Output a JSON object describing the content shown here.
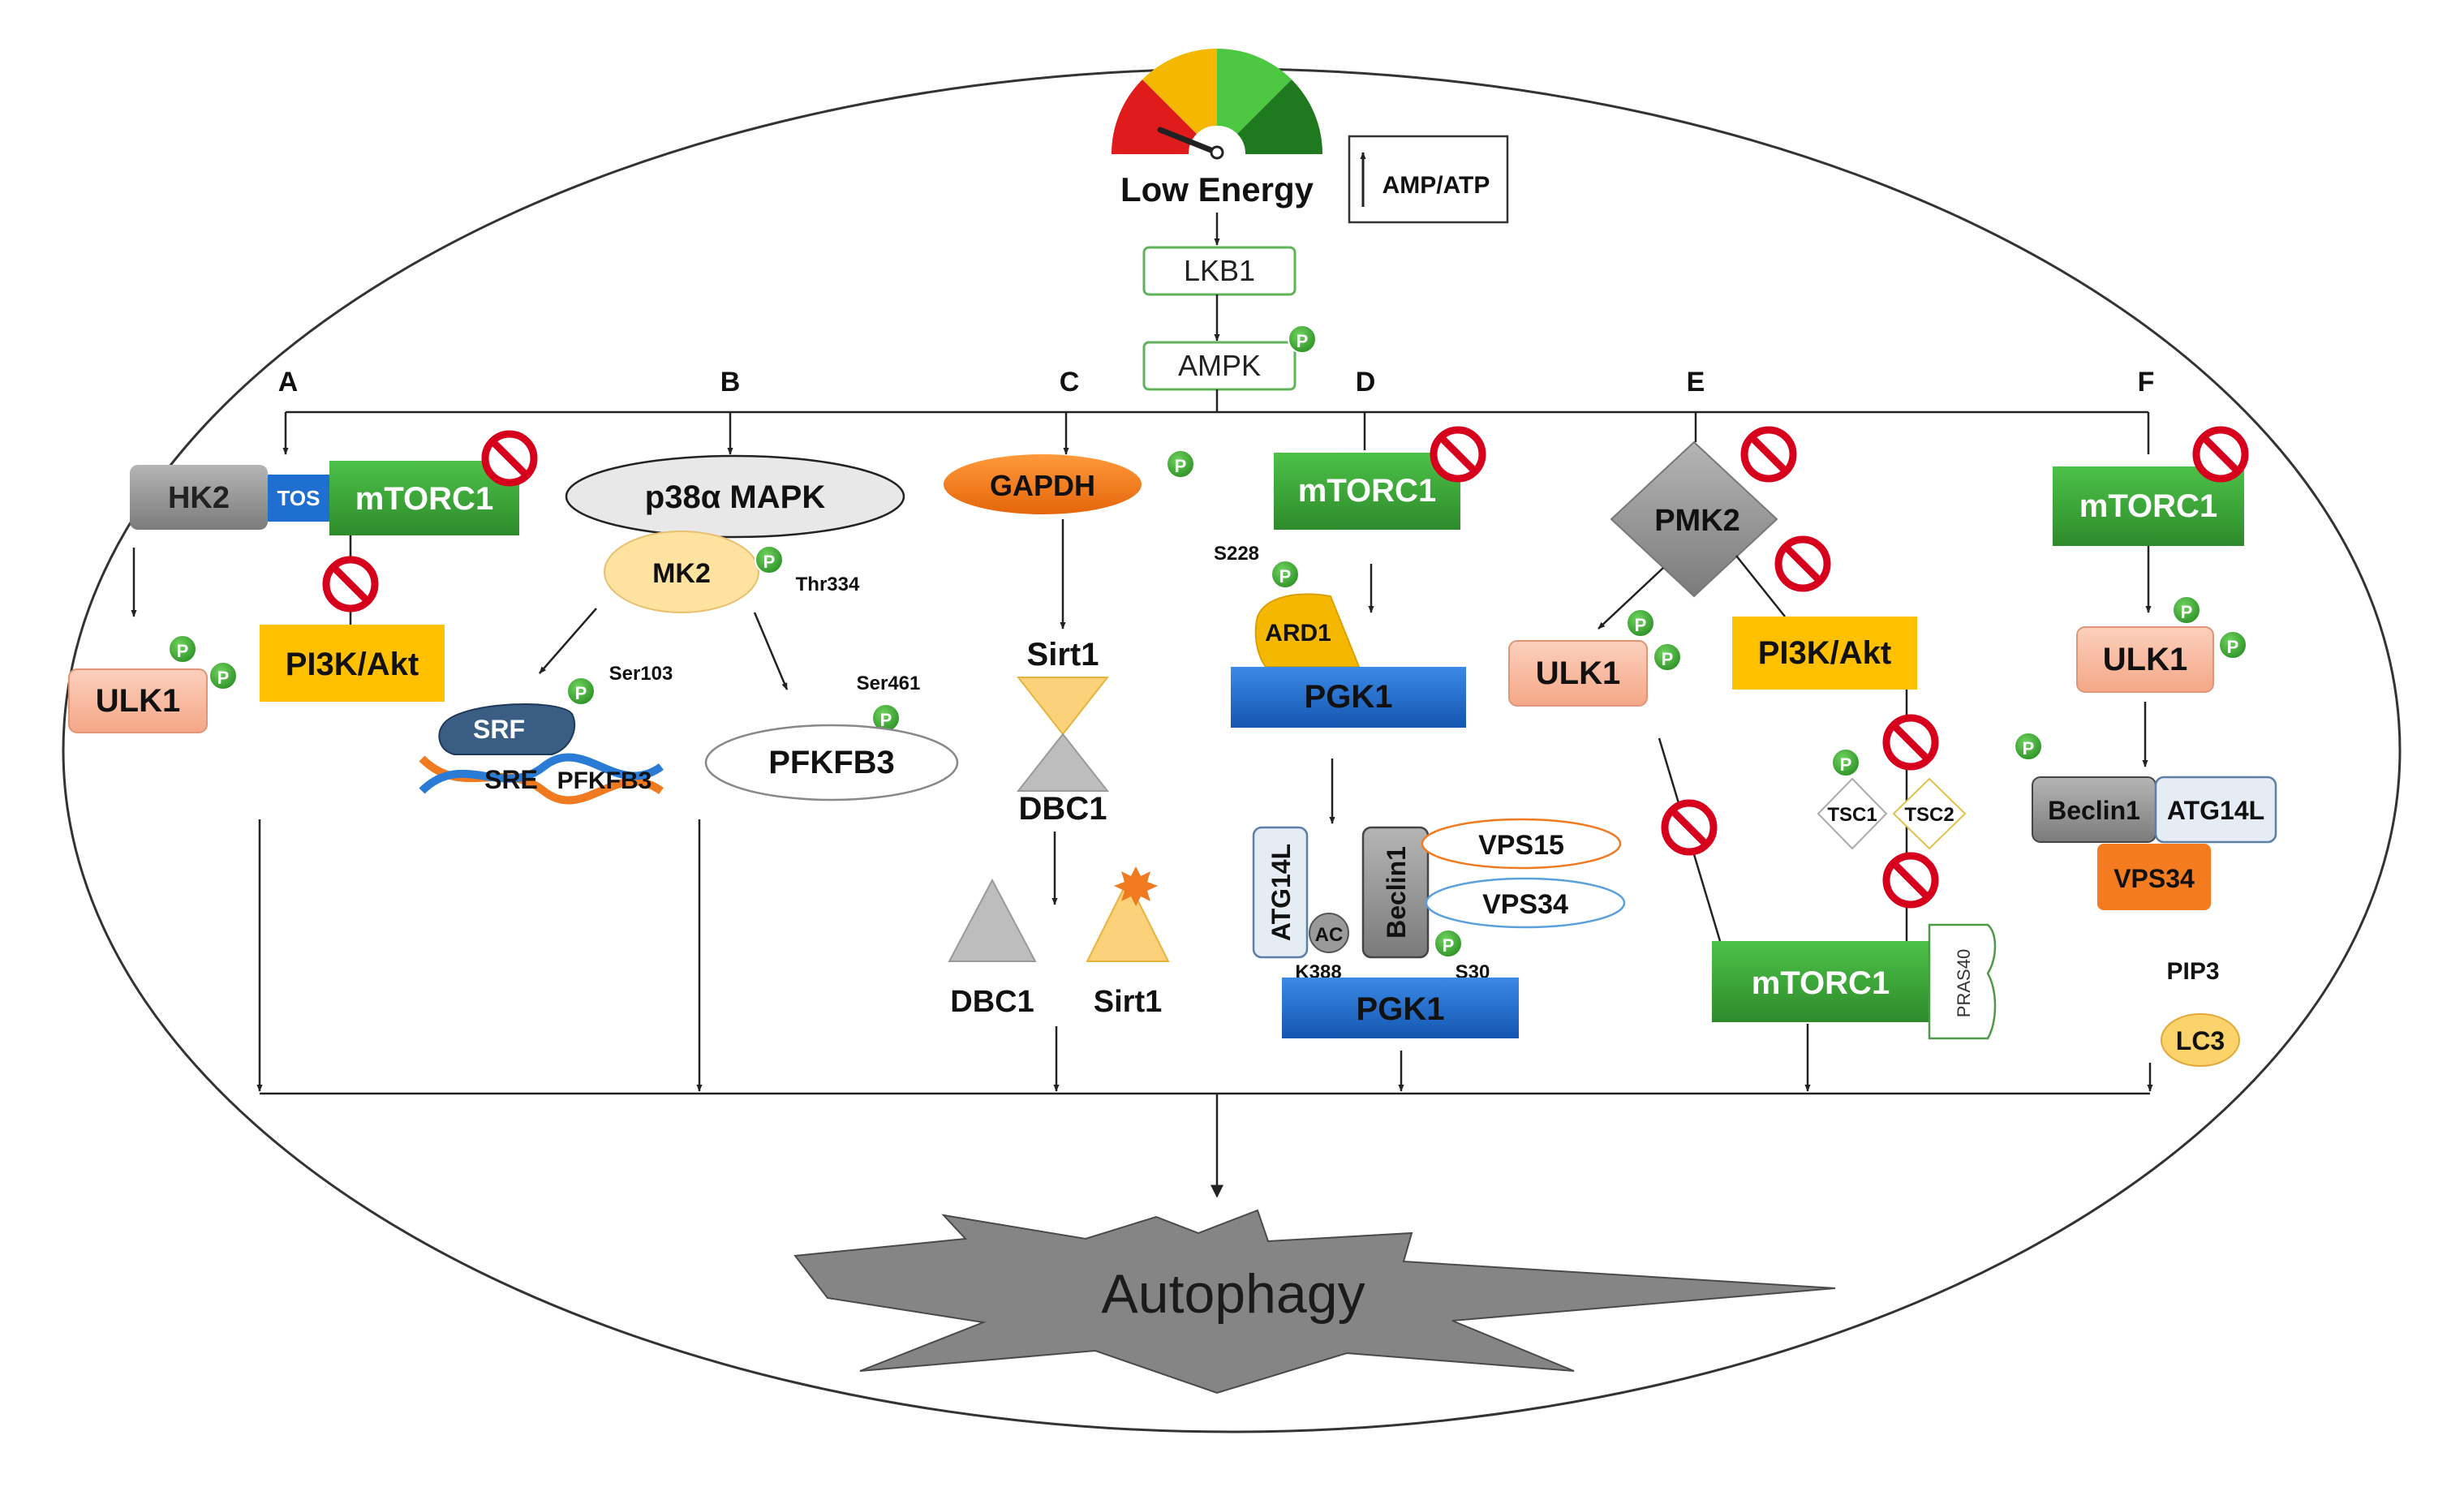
{
  "energy": {
    "gauge_label": "Low Energy",
    "ratio_label": "AMP/ATP",
    "gauge_colors": [
      "#e01b1b",
      "#f5b800",
      "#4cc741",
      "#1f7a1f"
    ]
  },
  "top_nodes": {
    "lkb1": "LKB1",
    "ampk": "AMPK"
  },
  "phospho_label": "P",
  "branches": [
    "A",
    "B",
    "C",
    "D",
    "E",
    "F"
  ],
  "branch_a": {
    "hk2": "HK2",
    "tos": "TOS",
    "mtorc1": "mTORC1",
    "ulk1": "ULK1",
    "pi3k": "PI3K/Akt"
  },
  "branch_b": {
    "p38": "p38α MAPK",
    "mk2": "MK2",
    "thr": "Thr334",
    "srf": "SRF",
    "ser103": "Ser103",
    "sre": "SRE",
    "pfkfb3_gene": "PFKFB3",
    "ser461": "Ser461",
    "pfkfb3": "PFKFB3"
  },
  "branch_c": {
    "gapdh": "GAPDH",
    "sirt1": "Sirt1",
    "dbc1": "DBC1",
    "dbc1_free": "DBC1",
    "sirt1_free": "Sirt1"
  },
  "branch_d": {
    "mtorc1": "mTORC1",
    "s228": "S228",
    "ard1": "ARD1",
    "pgk1": "PGK1",
    "atg14l": "ATG14L",
    "beclin1": "Beclin1",
    "vps15": "VPS15",
    "vps34": "VPS34",
    "ac": "AC",
    "k388": "K388",
    "s30": "S30",
    "pgk1_lower": "PGK1"
  },
  "branch_e": {
    "pmk2": "PMK2",
    "ulk1": "ULK1",
    "pi3k": "PI3K/Akt",
    "tsc1": "TSC1",
    "tsc2": "TSC2",
    "mtorc1": "mTORC1",
    "pras40": "PRAS40"
  },
  "branch_f": {
    "mtorc1": "mTORC1",
    "ulk1": "ULK1",
    "beclin1": "Beclin1",
    "atg14l": "ATG14L",
    "vps34": "VPS34",
    "pip3": "PIP3",
    "lc3": "LC3"
  },
  "outcome": "Autophagy",
  "colors": {
    "mtorc1": "#3aa335",
    "ulk1": "#f7b59b",
    "pi3k": "#ffc000",
    "pgk1": "#1f6fd1",
    "gapdh": "#f07a1f",
    "phospho": "#3fa535",
    "inhibit": "#d6001c",
    "vps34_orange": "#f47b20"
  }
}
